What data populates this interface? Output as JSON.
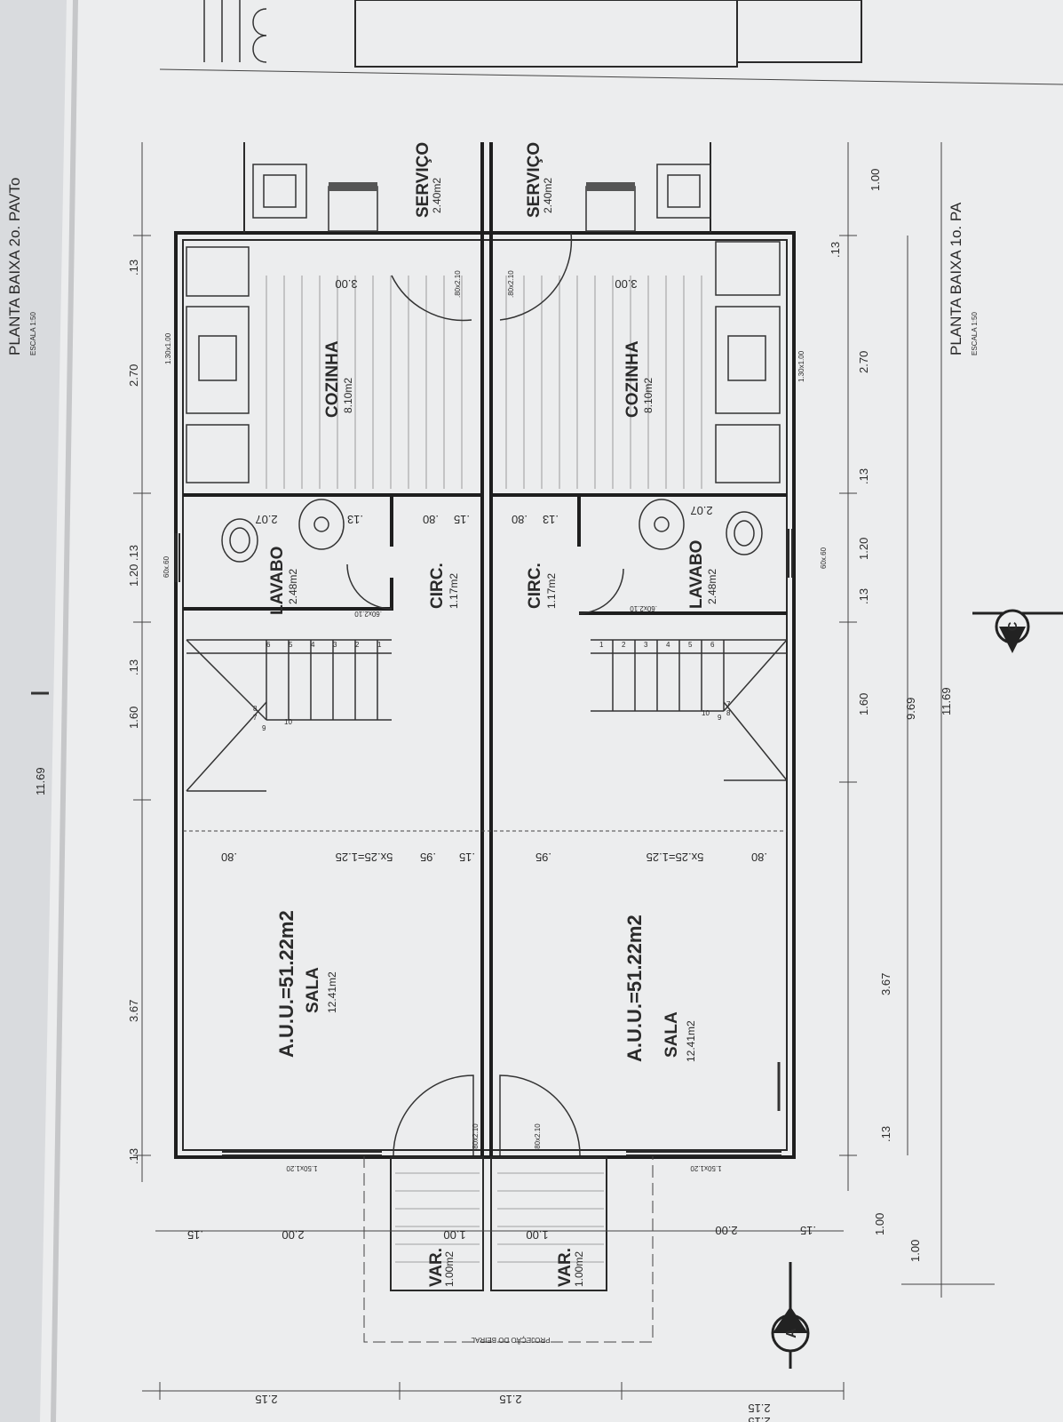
{
  "sheet": {
    "top_title": "PLANTA BAIXA 2o. PAVTo",
    "top_scale": "ESCALA 1:50",
    "bottom_title": "PLANTA BAIXA 1o. PA",
    "bottom_scale": "ESCALA 1:50",
    "projection_label": "PROJEÇÃO DO BEIRAL",
    "section_a": "A",
    "section_c": "C"
  },
  "units": [
    {
      "area_total": "A.U.U.=51.22m2",
      "sala": {
        "name": "SALA",
        "area": "12.41m2"
      },
      "circ": {
        "name": "CIRC.",
        "area": "1.17m2"
      },
      "lavabo": {
        "name": "LAVABO",
        "area": "2.48m2"
      },
      "cozinha": {
        "name": "COZINHA",
        "area": "8.10m2"
      },
      "servico": {
        "name": "SERVIÇO",
        "area": "2.40m2"
      },
      "varanda": {
        "name": "VAR.",
        "area": "1.00m2"
      }
    },
    {
      "area_total": "A.U.U.=51.22m2",
      "sala": {
        "name": "SALA",
        "area": "12.41m2"
      },
      "circ": {
        "name": "CIRC.",
        "area": "1.17m2"
      },
      "lavabo": {
        "name": "LAVABO",
        "area": "2.48m2"
      },
      "cozinha": {
        "name": "COZINHA",
        "area": "8.10m2"
      },
      "servico": {
        "name": "SERVIÇO",
        "area": "2.40m2"
      },
      "varanda": {
        "name": "VAR.",
        "area": "1.00m2"
      }
    }
  ],
  "openings": {
    "door_main": ".80x2.10",
    "door_lav": ".60x2.10",
    "door_kit": ".80x2.10",
    "window_sala": "1.50x1.20",
    "window_kit": "1.30x1.00",
    "window_lav": "60x.60"
  },
  "inner_dims": {
    "stair": "5x.25=1.25",
    "d080": ".80",
    "d095": ".95",
    "d015": ".15",
    "d013": ".13",
    "d207": "2.07",
    "d300": "3.00",
    "d200": "2.00",
    "d100": "1.00"
  },
  "steps": [
    "1",
    "2",
    "3",
    "4",
    "5",
    "6",
    "7",
    "8",
    "9",
    "10"
  ],
  "dims_left": {
    "d013a": ".13",
    "d367": "3.67",
    "d160": "1.60",
    "d013b": ".13",
    "d120_13": "1.20 .13",
    "d270": "2.70",
    "d013c": ".13",
    "d015": ".15",
    "d215": "2.15"
  },
  "dims_right": {
    "d100": "1.00",
    "d013a": ".13",
    "d367": "3.67",
    "d160": "1.60",
    "d013b": ".13",
    "d120": "1.20",
    "d013c": ".13",
    "d270": "2.70",
    "d013d": ".13",
    "d100b": "1.00",
    "d969": "9.69",
    "d1169": "11.69",
    "d015": ".15",
    "d215": "2.15"
  },
  "dims_outer": {
    "left_total": "11.69",
    "bottom_215a": "2.15",
    "bottom_215b": "2.15",
    "left_100": "1.00"
  }
}
